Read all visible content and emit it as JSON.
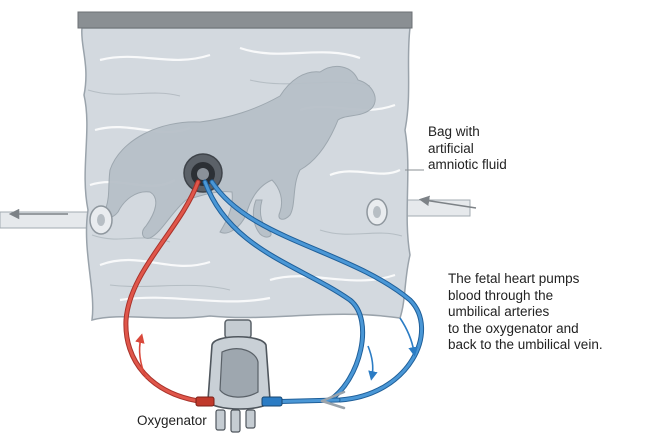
{
  "labels": {
    "bag": "Bag with\nartificial\namniotic fluid",
    "circulation": "The fetal heart pumps\nblood through the\numbilical arteries\nto the oxygenator and\nback to the umbilical vein.",
    "oxygenator": "Oxygenator"
  },
  "colors": {
    "arterial": "#d9483b",
    "venous": "#2b7cc4",
    "bag_fill": "#d3d9df",
    "bag_edge": "#9aa3ab",
    "lamb": "#b7c0c8",
    "lid": "#8a8f93",
    "arrow": "#7d8287"
  },
  "icons": [
    "lamb-silhouette",
    "oxygenator-device",
    "umbilical-cannula-port"
  ]
}
